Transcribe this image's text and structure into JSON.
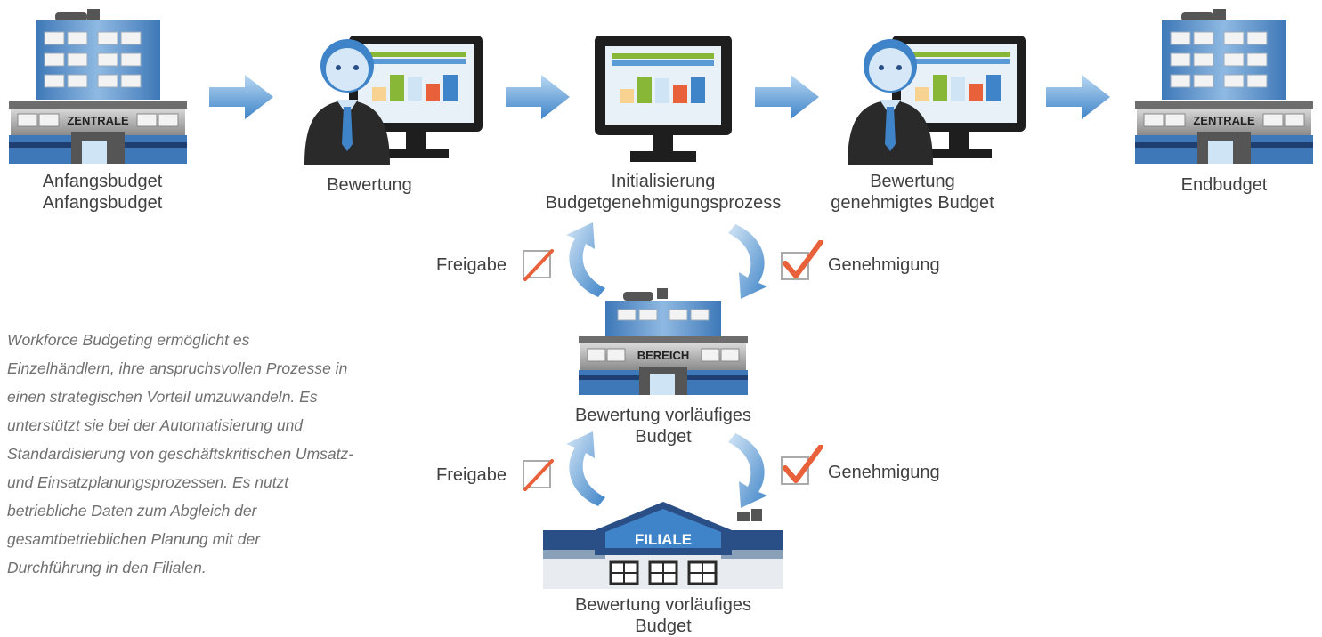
{
  "top_flow": {
    "hq_start": {
      "sign": "ZENTRALE",
      "label_line1": "Anfangsbudget",
      "label_line2": "Anfangsbudget"
    },
    "review1": {
      "label": "Bewertung"
    },
    "init": {
      "label_line1": "Initialisierung",
      "label_line2": "Budgetgenehmigungsprozess"
    },
    "review2": {
      "label_line1": "Bewertung",
      "label_line2": "genehmigtes Budget"
    },
    "hq_end": {
      "sign": "ZENTRALE",
      "label": "Endbudget"
    }
  },
  "middle": {
    "release_label": "Freigabe",
    "approval_label": "Genehmigung",
    "region_sign": "BEREICH",
    "region_label_line1": "Bewertung vorläufiges",
    "region_label_line2": "Budget"
  },
  "bottom": {
    "release_label": "Freigabe",
    "approval_label": "Genehmigung",
    "store_sign": "FILIALE",
    "store_label_line1": "Bewertung vorläufiges",
    "store_label_line2": "Budget"
  },
  "description": "Workforce Budgeting ermöglicht es Einzelhändlern, ihre anspruchsvollen Prozesse in einen strategischen Vorteil umzuwandeln. Es unterstützt sie bei der Automatisierung und Standardisierung von geschäftskritischen Umsatz- und Einsatzplanungsprozessen. Es nutzt betriebliche Daten zum Abgleich der gesamtbetrieblichen Planung mit der Durchführung in den Filialen.",
  "colors": {
    "accent_blue": "#3f84c8",
    "dark_blue": "#2a4f86",
    "check_orange": "#e8613a",
    "suit": "#2a2a2a"
  }
}
